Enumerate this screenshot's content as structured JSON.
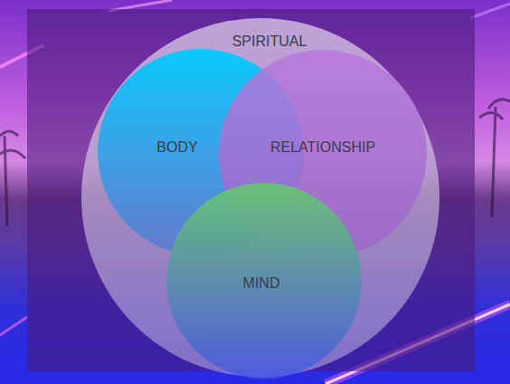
{
  "diagram": {
    "nodes": [
      {
        "text": [
          "SPIRITUAL"
        ]
      },
      {
        "text": [
          "BODY"
        ],
        "in": 0
      },
      {
        "text": [
          "RELATIONSHIP"
        ],
        "in": 0
      },
      {
        "text": [
          "MIND"
        ],
        "in": 0
      }
    ]
  }
}
